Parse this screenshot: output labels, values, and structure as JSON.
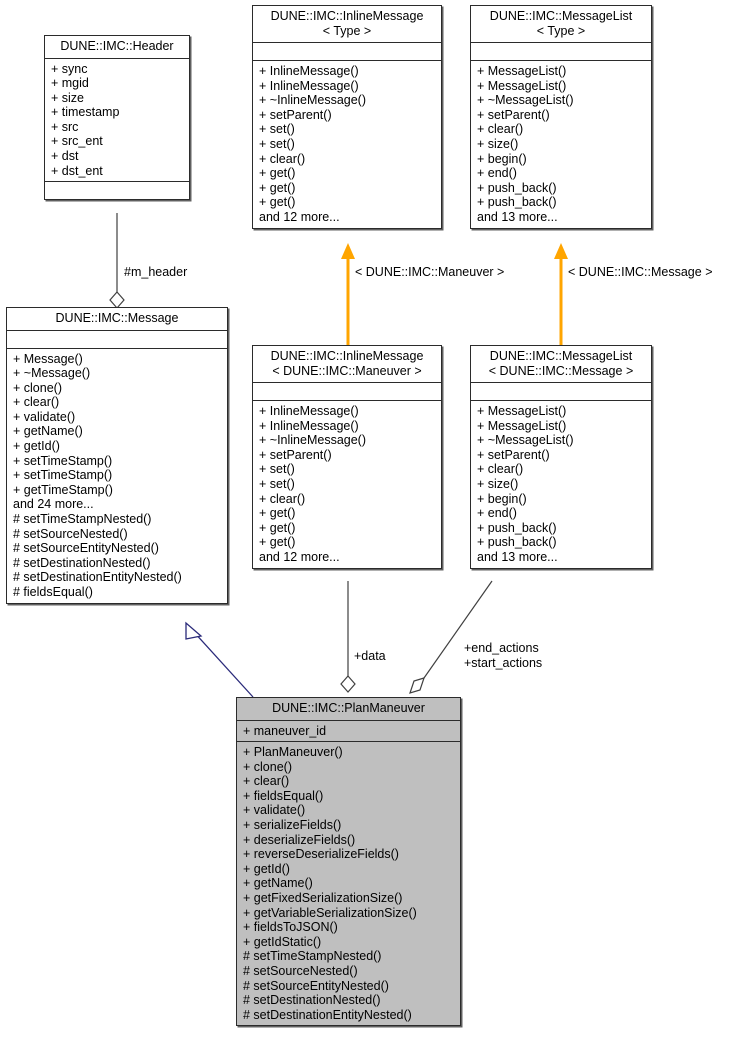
{
  "diagram": {
    "kind": "uml-class-diagram",
    "colors": {
      "box_border": "#2b2b2b",
      "box_fill": "#ffffff",
      "highlight_fill": "#bfbfbf",
      "inheritance_edge": "#2a2a7a",
      "template_edge": "#ffa500",
      "aggregation_edge": "#404040",
      "text": "#000000"
    },
    "classes": [
      {
        "id": "header",
        "title": "DUNE::IMC::Header",
        "title_line2": "",
        "attributes": [
          "+ sync",
          "+ mgid",
          "+ size",
          "+ timestamp",
          "+ src",
          "+ src_ent",
          "+ dst",
          "+ dst_ent"
        ],
        "methods": [],
        "filled": false
      },
      {
        "id": "inline-message-type",
        "title": "DUNE::IMC::InlineMessage",
        "title_line2": "< Type >",
        "attributes": [],
        "methods": [
          "+ InlineMessage()",
          "+ InlineMessage()",
          "+ ~InlineMessage()",
          "+ setParent()",
          "+ set()",
          "+ set()",
          "+ clear()",
          "+ get()",
          "+ get()",
          "+ get()",
          "and 12 more..."
        ],
        "filled": false
      },
      {
        "id": "message-list-type",
        "title": "DUNE::IMC::MessageList",
        "title_line2": "< Type >",
        "attributes": [],
        "methods": [
          "+ MessageList()",
          "+ MessageList()",
          "+ ~MessageList()",
          "+ setParent()",
          "+ clear()",
          "+ size()",
          "+ begin()",
          "+ end()",
          "+ push_back()",
          "+ push_back()",
          "and 13 more..."
        ],
        "filled": false
      },
      {
        "id": "message",
        "title": "DUNE::IMC::Message",
        "title_line2": "",
        "attributes": [],
        "methods": [
          "+ Message()",
          "+ ~Message()",
          "+ clone()",
          "+ clear()",
          "+ validate()",
          "+ getName()",
          "+ getId()",
          "+ setTimeStamp()",
          "+ setTimeStamp()",
          "+ getTimeStamp()",
          "and 24 more...",
          "# setTimeStampNested()",
          "# setSourceNested()",
          "# setSourceEntityNested()",
          "# setDestinationNested()",
          "# setDestinationEntityNested()",
          "# fieldsEqual()"
        ],
        "filled": false
      },
      {
        "id": "inline-message-maneuver",
        "title": "DUNE::IMC::InlineMessage",
        "title_line2": "< DUNE::IMC::Maneuver >",
        "attributes": [],
        "methods": [
          "+ InlineMessage()",
          "+ InlineMessage()",
          "+ ~InlineMessage()",
          "+ setParent()",
          "+ set()",
          "+ set()",
          "+ clear()",
          "+ get()",
          "+ get()",
          "+ get()",
          "and 12 more..."
        ],
        "filled": false
      },
      {
        "id": "message-list-message",
        "title": "DUNE::IMC::MessageList",
        "title_line2": "< DUNE::IMC::Message >",
        "attributes": [],
        "methods": [
          "+ MessageList()",
          "+ MessageList()",
          "+ ~MessageList()",
          "+ setParent()",
          "+ clear()",
          "+ size()",
          "+ begin()",
          "+ end()",
          "+ push_back()",
          "+ push_back()",
          "and 13 more..."
        ],
        "filled": false
      },
      {
        "id": "plan-maneuver",
        "title": "DUNE::IMC::PlanManeuver",
        "title_line2": "",
        "attributes": [
          "+ maneuver_id"
        ],
        "methods": [
          "+ PlanManeuver()",
          "+ clone()",
          "+ clear()",
          "+ fieldsEqual()",
          "+ validate()",
          "+ serializeFields()",
          "+ deserializeFields()",
          "+ reverseDeserializeFields()",
          "+ getId()",
          "+ getName()",
          "+ getFixedSerializationSize()",
          "+ getVariableSerializationSize()",
          "+ fieldsToJSON()",
          "+ getIdStatic()",
          "# setTimeStampNested()",
          "# setSourceNested()",
          "# setSourceEntityNested()",
          "# setDestinationNested()",
          "# setDestinationEntityNested()"
        ],
        "filled": true
      }
    ],
    "edge_labels": {
      "m_header": "#m_header",
      "template_maneuver": "< DUNE::IMC::Maneuver >",
      "template_message": "< DUNE::IMC::Message >",
      "data": "+data",
      "end_actions": "+end_actions",
      "start_actions": "+start_actions"
    }
  }
}
